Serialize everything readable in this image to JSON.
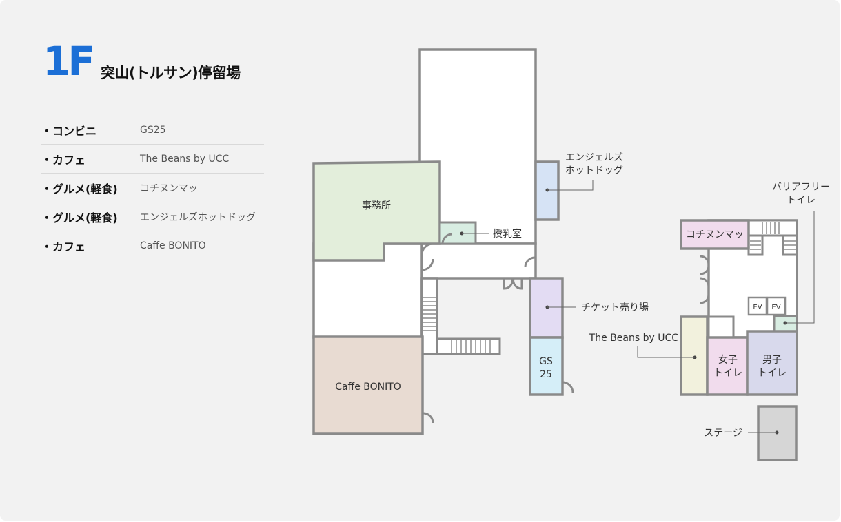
{
  "header": {
    "floor": "1F",
    "place": "突山(トルサン)停留場"
  },
  "facilities": [
    {
      "category": "・コンビニ",
      "name": "GS25"
    },
    {
      "category": "・カフェ",
      "name": "The Beans by UCC"
    },
    {
      "category": "・グルメ(軽食)",
      "name": "コチヌンマッ"
    },
    {
      "category": "・グルメ(軽食)",
      "name": "エンジェルズホットドッグ"
    },
    {
      "category": "・カフェ",
      "name": "Caffe BONITO"
    }
  ],
  "map": {
    "rooms": {
      "office": "事務所",
      "caffe_bonito": "Caffe BONITO",
      "nursing_room": "授乳室",
      "angels_hotdog_line1": "エンジェルズ",
      "angels_hotdog_line2": "ホットドッグ",
      "ticket_office": "チケット売り場",
      "gs25_line1": "GS",
      "gs25_line2": "25",
      "kochinunmat": "コチヌンマッ",
      "barrier_free_line1": "バリアフリー",
      "barrier_free_line2": "トイレ",
      "the_beans_by_ucc": "The Beans by UCC",
      "womens_toilet_line1": "女子",
      "womens_toilet_line2": "トイレ",
      "mens_toilet_line1": "男子",
      "mens_toilet_line2": "トイレ",
      "elevator_1": "EV",
      "elevator_2": "EV",
      "stage": "ステージ"
    },
    "colors": {
      "wall": "#8a8a8a",
      "office": "#e3eedb",
      "caffe_bonito": "#e8dbd2",
      "nursing_room": "#d8ede2",
      "angels_hotdog": "#d6e3f5",
      "ticket_office": "#e3dcf3",
      "gs25": "#d5eef8",
      "kochinunmat": "#f1dced",
      "the_beans_by_ucc": "#f2f1dd",
      "womens_toilet": "#f1dced",
      "mens_toilet": "#d8d9ec",
      "barrier_free_toilet": "#d8ede2",
      "stage": "#d6d6d6",
      "accent": "#1c6fd6"
    }
  }
}
